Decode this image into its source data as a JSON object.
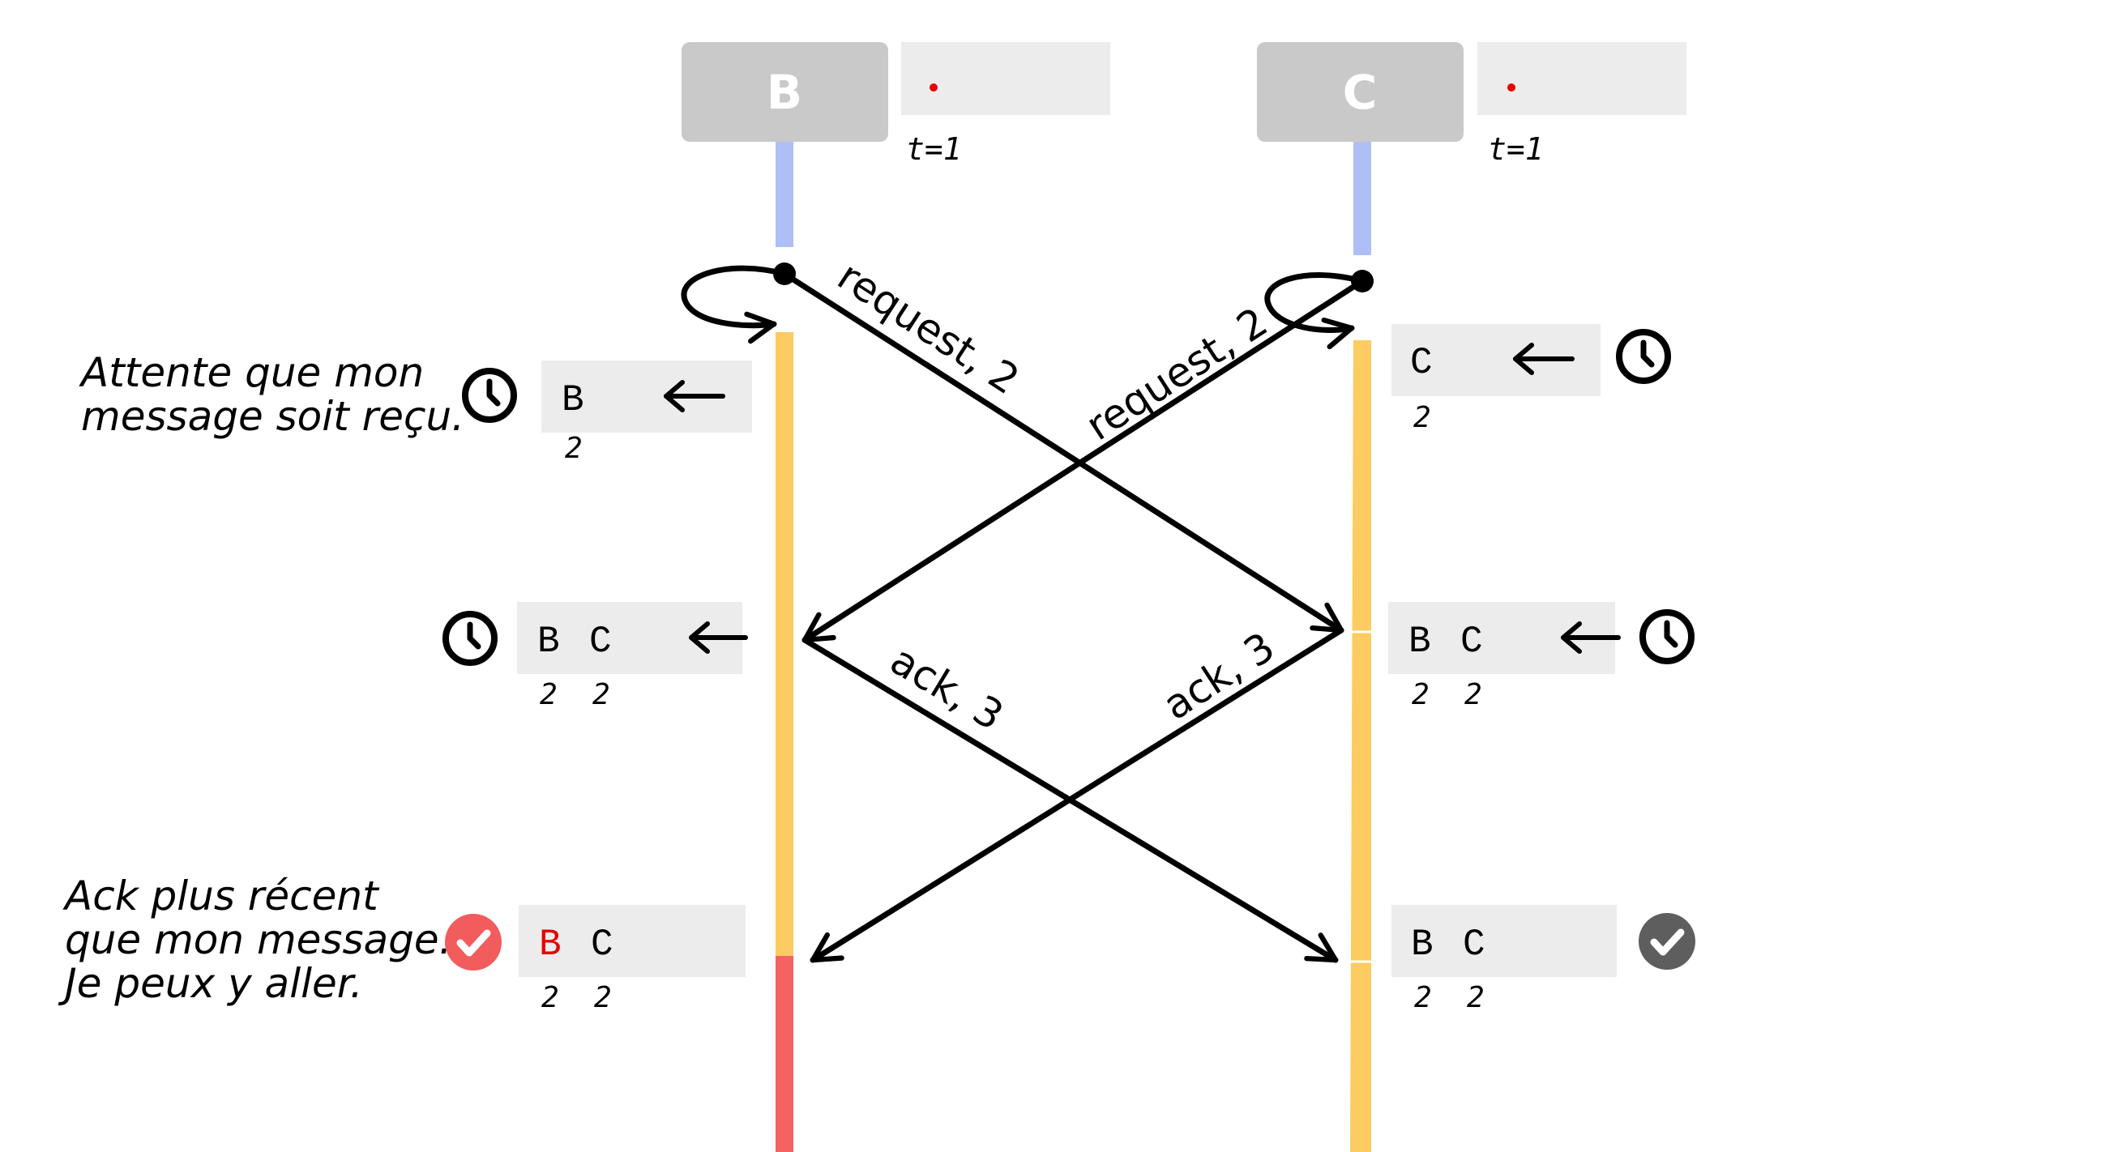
{
  "processes": [
    {
      "name": "B",
      "time_label": "t=1"
    },
    {
      "name": "C",
      "time_label": "t=1"
    }
  ],
  "messages": [
    {
      "label": "request, 2"
    },
    {
      "label": "request, 2"
    },
    {
      "label": "ack, 3"
    },
    {
      "label": "ack, 3"
    }
  ],
  "notes": {
    "waiting": [
      "Attente que mon",
      "message soit reçu."
    ],
    "ack": [
      "Ack plus récent",
      "que mon message.",
      "Je peux y aller."
    ]
  },
  "queues": {
    "b1": {
      "names": [
        "B"
      ],
      "nums": [
        "2"
      ],
      "status": "clock-icon"
    },
    "c1": {
      "names": [
        "C"
      ],
      "nums": [
        "2"
      ],
      "status": "clock-icon"
    },
    "b2": {
      "names": [
        "B",
        "C"
      ],
      "nums": [
        "2",
        "2"
      ],
      "status": "clock-icon"
    },
    "c2": {
      "names": [
        "B",
        "C"
      ],
      "nums": [
        "2",
        "2"
      ],
      "status": "clock-icon"
    },
    "b3": {
      "names": [
        "B",
        "C"
      ],
      "nums": [
        "2",
        "2"
      ],
      "status": "check-icon-red"
    },
    "c3": {
      "names": [
        "B",
        "C"
      ],
      "nums": [
        "2",
        "2"
      ],
      "status": "check-icon-gray"
    }
  },
  "colors": {
    "process_box": "#c9c9c9",
    "state_idle": "#aebff7",
    "state_waiting": "#fccb62",
    "state_critical": "#f56262",
    "head_of_queue": "#e60000",
    "check_red": "#f25c5c",
    "check_gray": "#5e5e5e"
  }
}
